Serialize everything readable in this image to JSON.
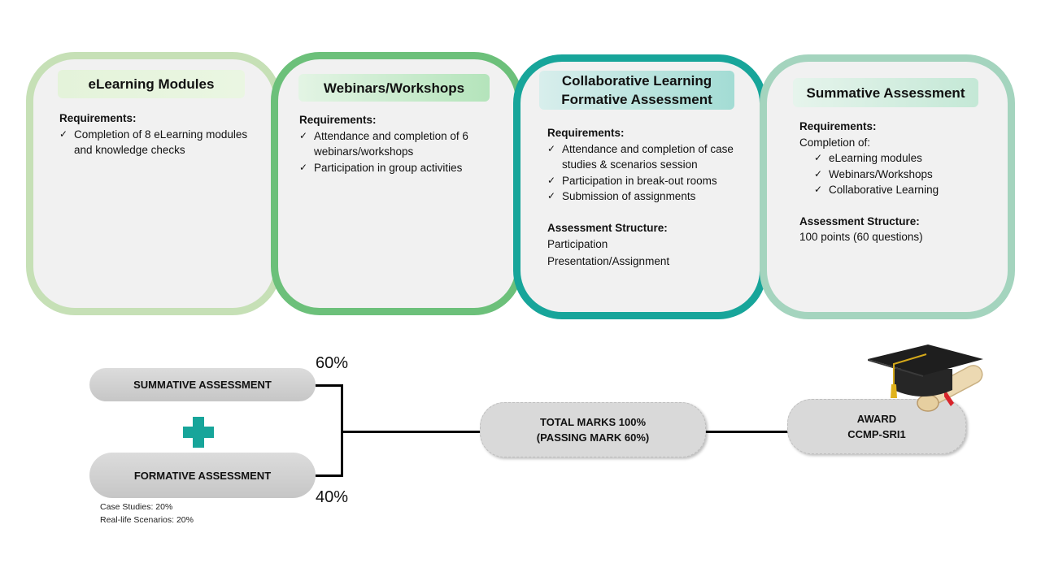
{
  "cards": [
    {
      "title": "eLearning Modules",
      "requirements_label": "Requirements:",
      "requirements": [
        "Completion of 8 eLearning modules and knowledge checks"
      ],
      "border_color": "#c6e0b6"
    },
    {
      "title": "Webinars/Workshops",
      "requirements_label": "Requirements:",
      "requirements": [
        "Attendance and completion of 6 webinars/workshops",
        "Participation in group activities"
      ],
      "border_color": "#6cc07a"
    },
    {
      "title_line1": "Collaborative Learning",
      "title_line2": "Formative Assessment",
      "requirements_label": "Requirements:",
      "requirements": [
        "Attendance and completion of case studies & scenarios session",
        "Participation in break-out rooms",
        "Submission of assignments"
      ],
      "structure_label": "Assessment Structure:",
      "structure": [
        "Participation",
        "Presentation/Assignment"
      ],
      "border_color": "#17a59a"
    },
    {
      "title": "Summative Assessment",
      "requirements_label": "Requirements:",
      "completion_label": "Completion of:",
      "requirements": [
        "eLearning modules",
        "Webinars/Workshops",
        "Collaborative Learning"
      ],
      "structure_label": "Assessment Structure:",
      "structure": [
        "100 points (60 questions)"
      ],
      "border_color": "#a4d4be"
    }
  ],
  "flow": {
    "summative": "SUMMATIVE ASSESSMENT",
    "formative": "FORMATIVE ASSESSMENT",
    "summative_pct": "60%",
    "formative_pct": "40%",
    "formative_breakdown": [
      "Case Studies: 20%",
      "Real-life Scenarios: 20%"
    ],
    "total_line1": "TOTAL MARKS 100%",
    "total_line2": "(PASSING MARK 60%)",
    "award_line1": "AWARD",
    "award_line2": "CCMP-SRI1",
    "plus_color": "#17a59a"
  }
}
